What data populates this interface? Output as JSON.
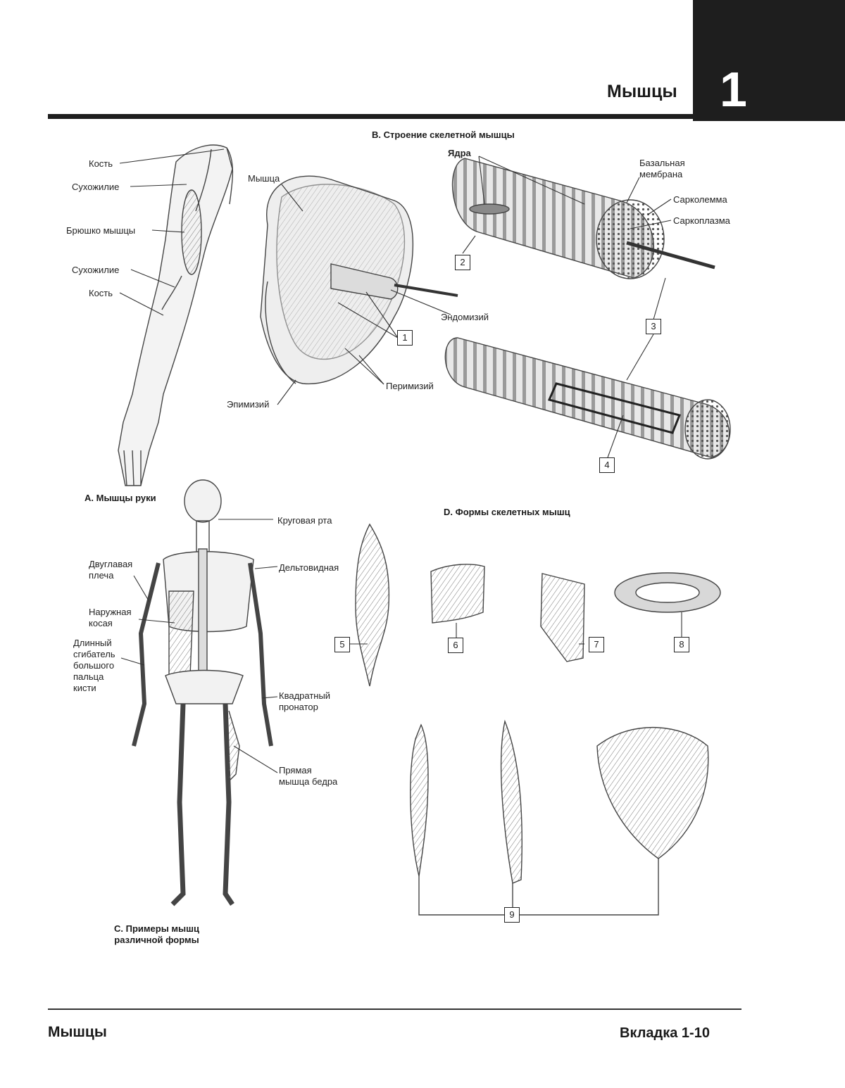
{
  "header": {
    "chapter_title": "Мышцы",
    "chapter_number": "1"
  },
  "footer": {
    "left": "Мышцы",
    "right": "Вкладка 1-10"
  },
  "sections": {
    "a_title": "А. Мышцы руки",
    "b_title": "В. Строение скелетной мышцы",
    "c_title_line1": "С. Примеры мышц",
    "c_title_line2": "различной формы",
    "d_title": "D. Формы скелетных мышц"
  },
  "arm_labels": {
    "bone_top": "Кость",
    "tendon_top": "Сухожилие",
    "muscle_belly": "Брюшко мышцы",
    "tendon_bottom": "Сухожилие",
    "bone_bottom": "Кость"
  },
  "structure_labels": {
    "muscle": "Мышца",
    "nuclei": "Ядра",
    "basal_membrane_1": "Базальная",
    "basal_membrane_2": "мембрана",
    "sarcolemma": "Сарколемма",
    "sarcoplasm": "Саркоплазма",
    "endomysium": "Эндомизий",
    "perimysium": "Перимизий",
    "epimysium": "Эпимизий"
  },
  "skeleton_labels": {
    "orbicularis": "Круговая рта",
    "biceps_1": "Двуглавая",
    "biceps_2": "плеча",
    "deltoid": "Дельтовидная",
    "oblique_1": "Наружная",
    "oblique_2": "косая",
    "flexor_1": "Длинный",
    "flexor_2": "сгибатель",
    "flexor_3": "большого",
    "flexor_4": "пальца",
    "flexor_5": "кисти",
    "pronator_1": "Квадратный",
    "pronator_2": "пронатор",
    "rectus_1": "Прямая",
    "rectus_2": "мышца бедра"
  },
  "number_boxes": [
    "1",
    "2",
    "3",
    "4",
    "5",
    "6",
    "7",
    "8",
    "9"
  ]
}
